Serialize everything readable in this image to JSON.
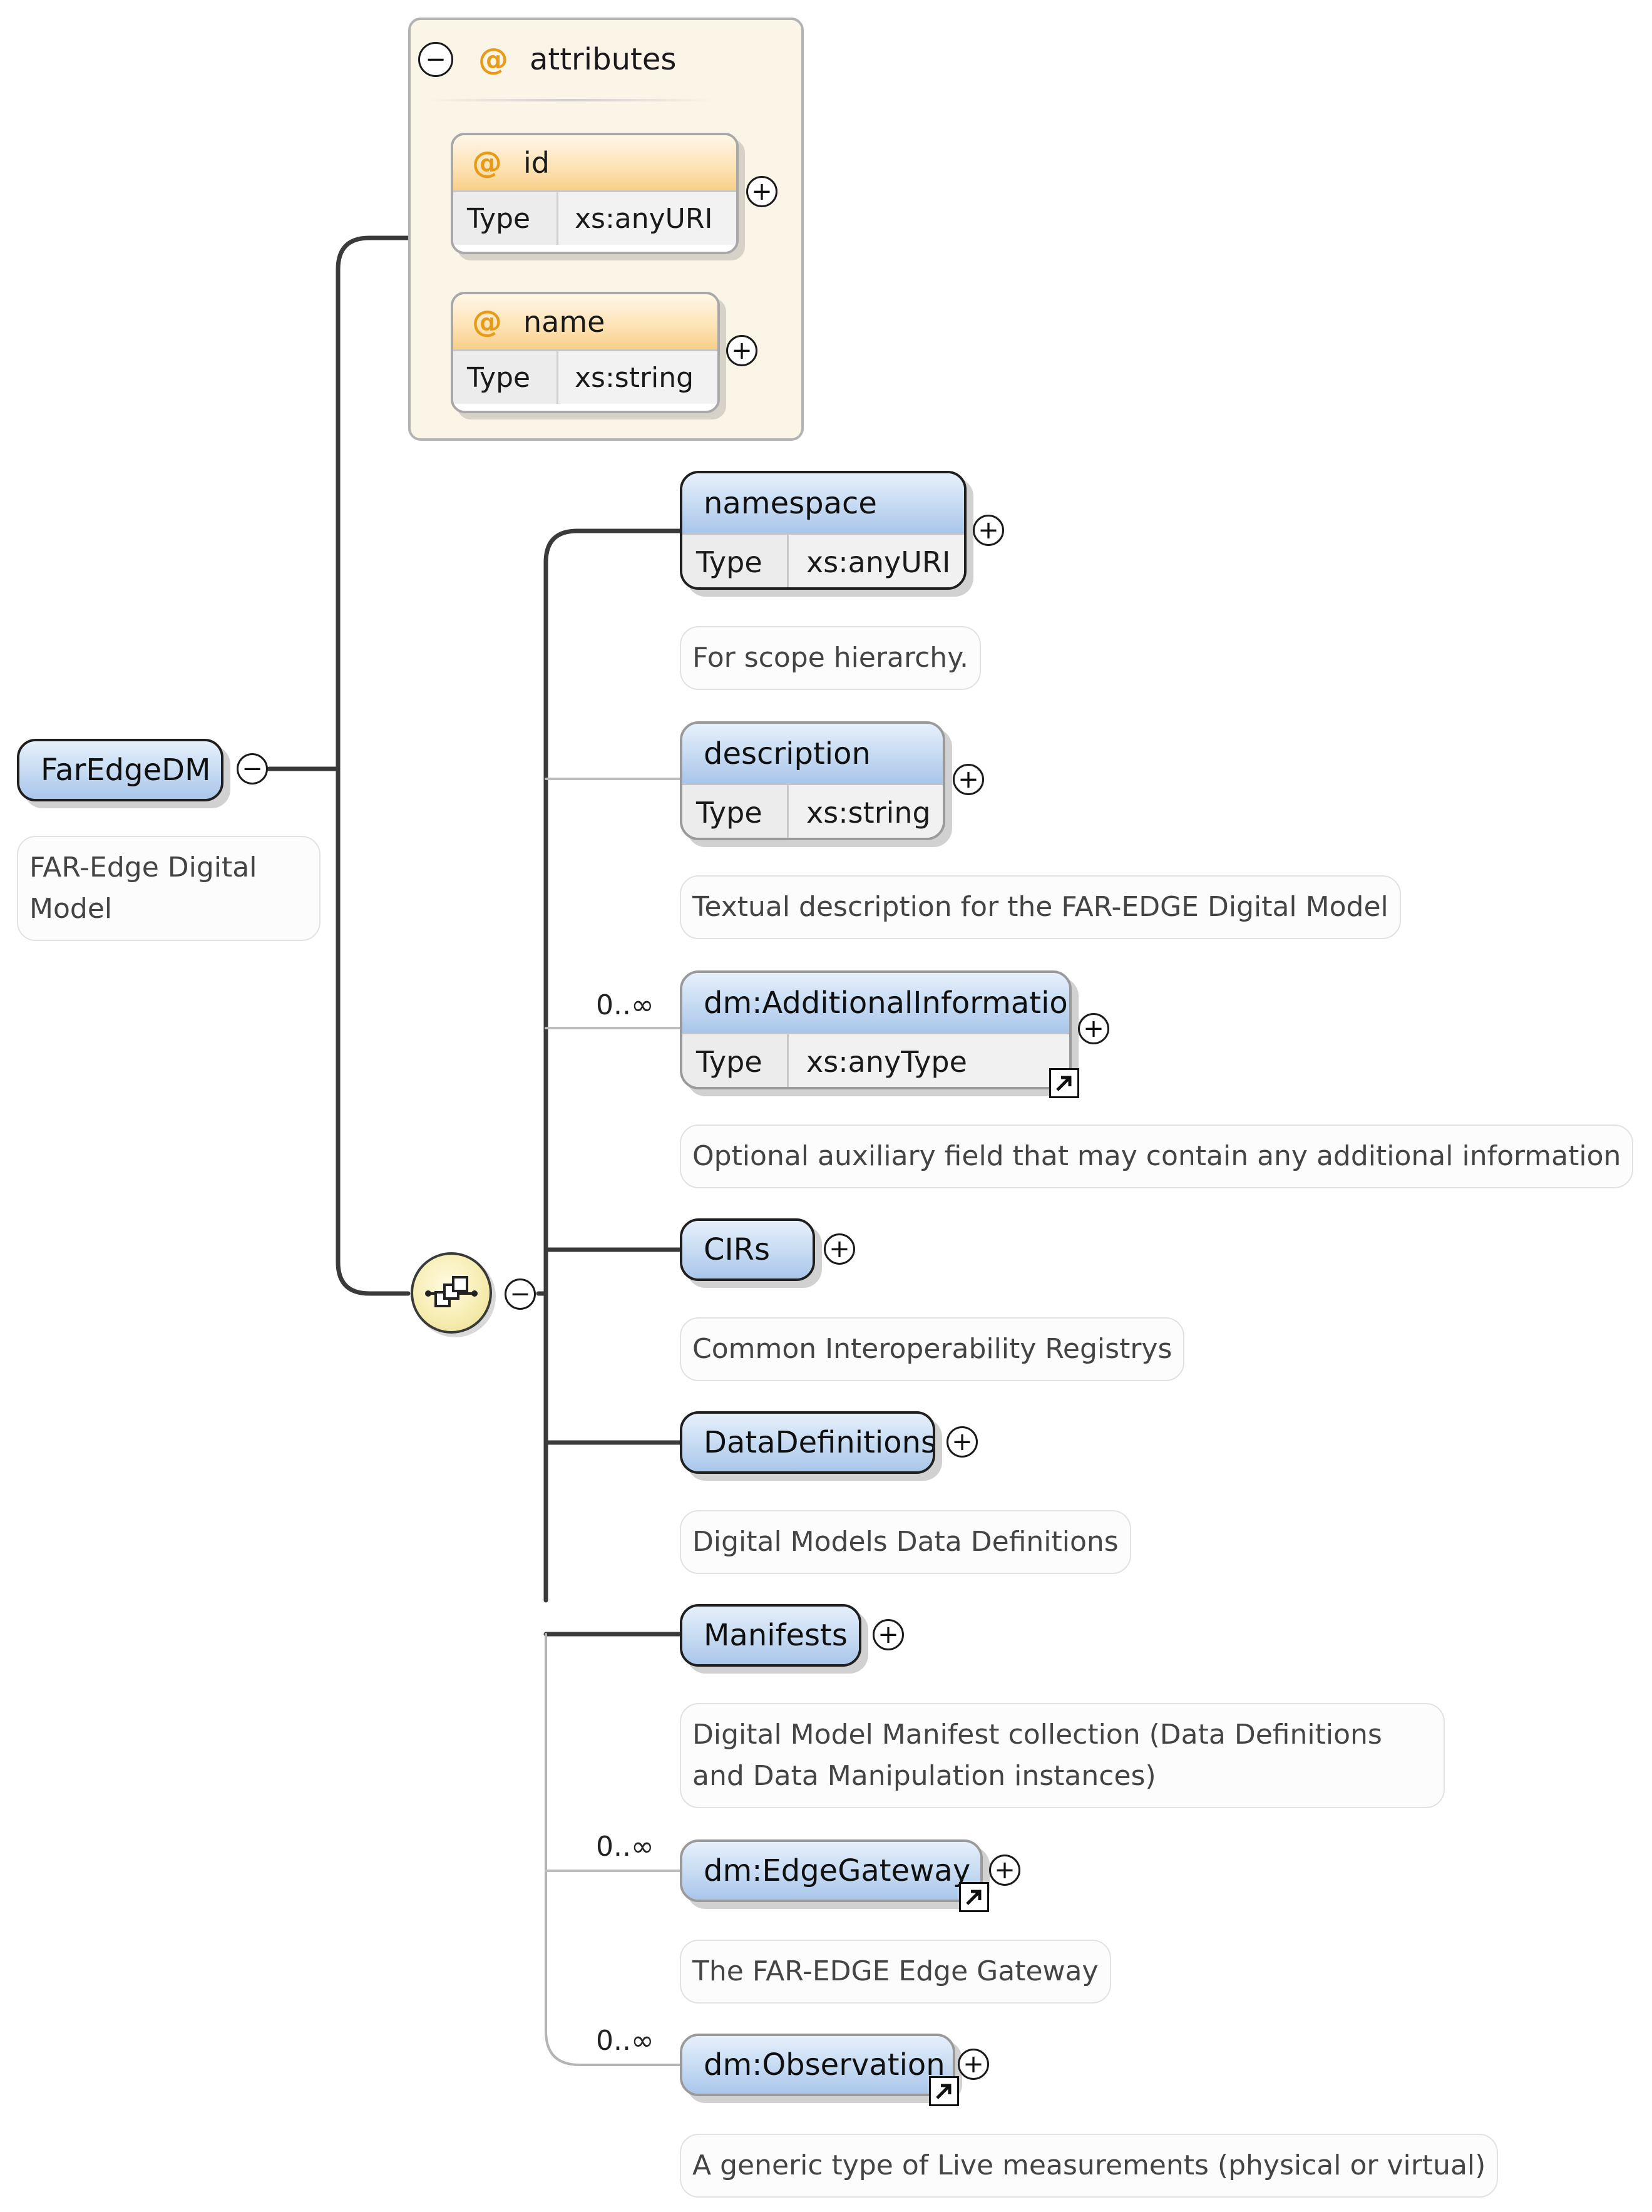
{
  "root": {
    "name": "FarEdgeDM",
    "annotation": "FAR-Edge Digital Model",
    "toggle": "−"
  },
  "attributes": {
    "title": "attributes",
    "symbol": "@",
    "toggle": "−",
    "items": [
      {
        "name": "id",
        "type_label": "Type",
        "type": "xs:anyURI",
        "toggle": "+"
      },
      {
        "name": "name",
        "type_label": "Type",
        "type": "xs:string",
        "toggle": "+"
      }
    ]
  },
  "sequence": {
    "toggle": "−",
    "icon": "sequence-compositor-icon"
  },
  "children": [
    {
      "name": "namespace",
      "type_label": "Type",
      "type": "xs:anyURI",
      "occurs": "",
      "annotation": "For scope hierarchy.",
      "toggle": "+"
    },
    {
      "name": "description",
      "type_label": "Type",
      "type": "xs:string",
      "occurs": "",
      "annotation": "Textual description for the FAR-EDGE Digital Model",
      "toggle": "+"
    },
    {
      "name": "dm:AdditionalInformation",
      "type_label": "Type",
      "type": "xs:anyType",
      "occurs": "0..∞",
      "annotation": "Optional auxiliary field that may contain any additional information",
      "toggle": "+"
    },
    {
      "name": "CIRs",
      "occurs": "",
      "annotation": "Common Interoperability Registrys",
      "toggle": "+"
    },
    {
      "name": "DataDefinitions",
      "occurs": "",
      "annotation": "Digital Models Data Definitions",
      "toggle": "+"
    },
    {
      "name": "Manifests",
      "occurs": "",
      "annotation": "Digital Model Manifest collection (Data Definitions and Data Manipulation instances)",
      "toggle": "+"
    },
    {
      "name": "dm:EdgeGateway",
      "occurs": "0..∞",
      "annotation": "The FAR-EDGE Edge Gateway",
      "toggle": "+"
    },
    {
      "name": "dm:Observation",
      "occurs": "0..∞",
      "annotation": "A generic type of Live measurements (physical or virtual)",
      "toggle": "+"
    }
  ],
  "colors": {
    "element_header": "#c5daf2",
    "attribute_header": "#fde2b4",
    "attributes_panel": "#fbf5e8",
    "attribute_symbol": "#e89b18"
  }
}
